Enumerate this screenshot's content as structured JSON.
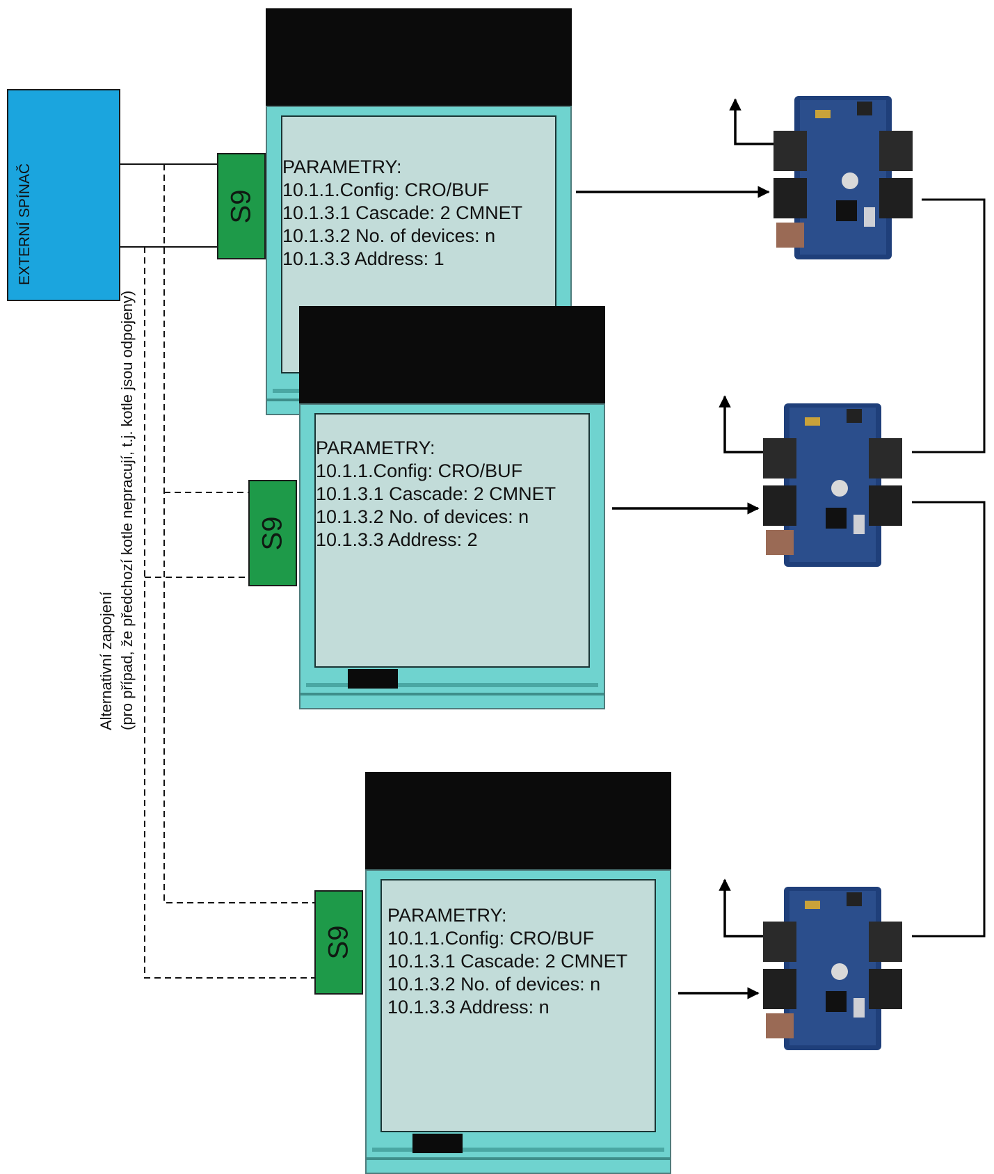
{
  "external_switch": {
    "label": "EXTERNÍ SPÍNAČ"
  },
  "alternative_note": {
    "line1": "Alternativní zapojení",
    "line2": "(pro případ, že předchozí kotle nepracují, t.j. kotle jsou odpojeny)"
  },
  "terminal_label": "S9",
  "boilers": [
    {
      "lines": [
        "PARAMETRY:",
        "10.1.1.Config: CRO/BUF",
        "10.1.3.1 Cascade: 2 CMNET",
        "10.1.3.2 No. of devices: n",
        "10.1.3.3 Address: 1"
      ]
    },
    {
      "lines": [
        "PARAMETRY:",
        "10.1.1.Config: CRO/BUF",
        "10.1.3.1 Cascade: 2 CMNET",
        "10.1.3.2 No. of devices: n",
        "10.1.3.3 Address: 2"
      ]
    },
    {
      "lines": [
        "PARAMETRY:",
        "10.1.1.Config: CRO/BUF",
        "10.1.3.1 Cascade: 2 CMNET",
        "10.1.3.2 No. of devices: n",
        "10.1.3.3 Address: n"
      ]
    }
  ],
  "colors": {
    "switch_blue": "#1ba5de",
    "terminal_green": "#1e9a49",
    "boiler_cyan": "#6fd3cf",
    "boiler_panel": "#c2dcd9",
    "pcb_blue": "#1f3f7a"
  }
}
